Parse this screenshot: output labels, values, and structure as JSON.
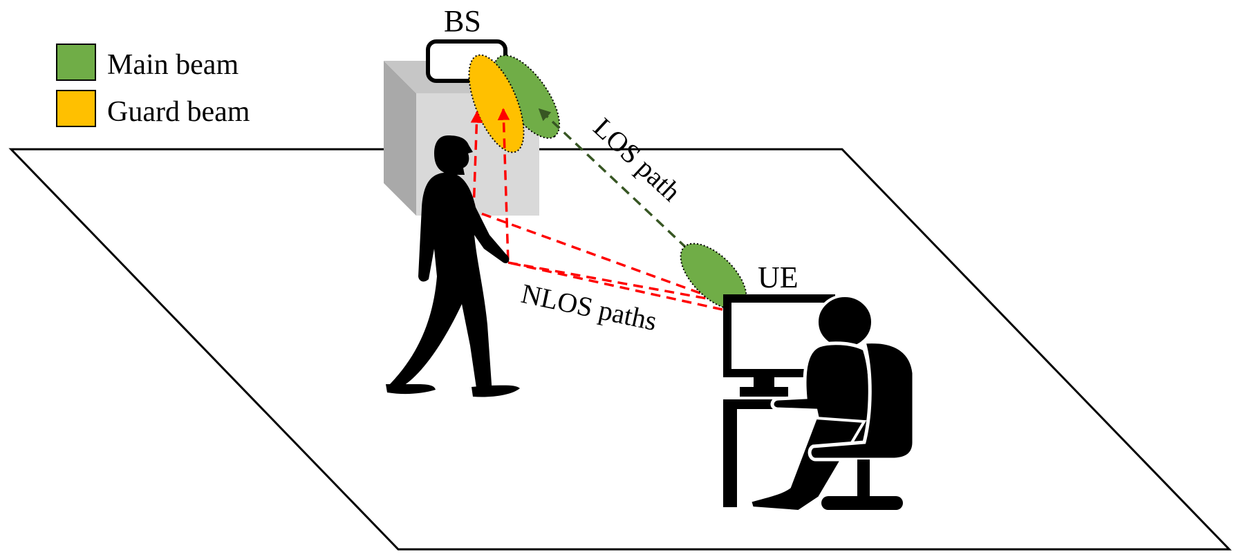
{
  "legend": {
    "items": [
      {
        "label": "Main beam",
        "color": "#70ad47"
      },
      {
        "label": "Guard beam",
        "color": "#ffc000"
      }
    ]
  },
  "nodes": {
    "bs_label": "BS",
    "ue_label": "UE"
  },
  "paths": {
    "los_label": "LOS path",
    "nlos_label": "NLOS paths",
    "los_color": "#375623",
    "nlos_color": "#ff0000"
  },
  "icons": [
    "base-station-icon",
    "walking-person-icon",
    "desk-user-icon",
    "monitor-icon",
    "chair-icon"
  ]
}
